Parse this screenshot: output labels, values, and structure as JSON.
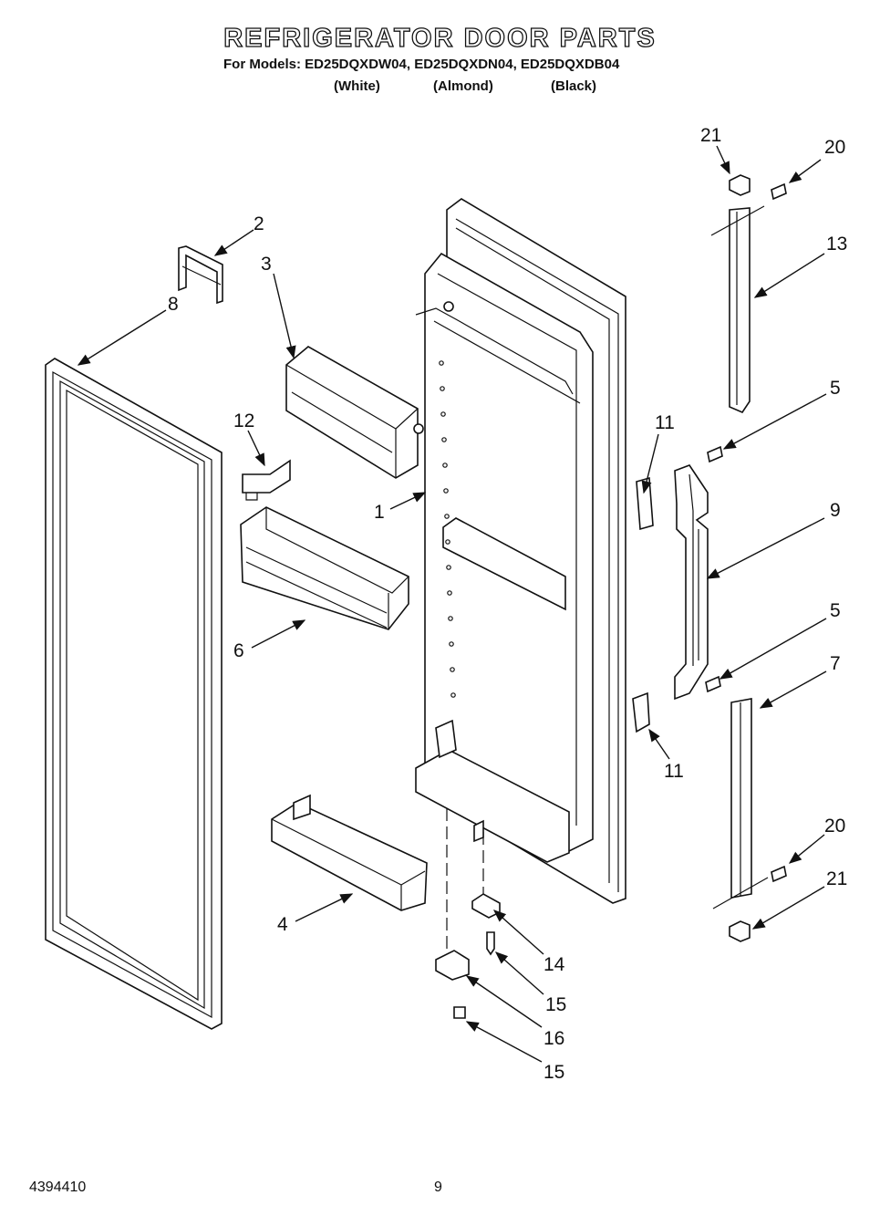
{
  "header": {
    "title": "REFRIGERATOR DOOR PARTS",
    "models_line": "For Models: ED25DQXDW04, ED25DQXDN04, ED25DQXDB04",
    "variants": [
      "(White)",
      "(Almond)",
      "(Black)"
    ]
  },
  "callouts": [
    "21",
    "20",
    "2",
    "13",
    "3",
    "8",
    "5",
    "12",
    "11",
    "1",
    "9",
    "6",
    "5",
    "7",
    "11",
    "20",
    "21",
    "4",
    "14",
    "15",
    "16",
    "15"
  ],
  "footer": {
    "doc_number": "4394410",
    "page": "9"
  }
}
